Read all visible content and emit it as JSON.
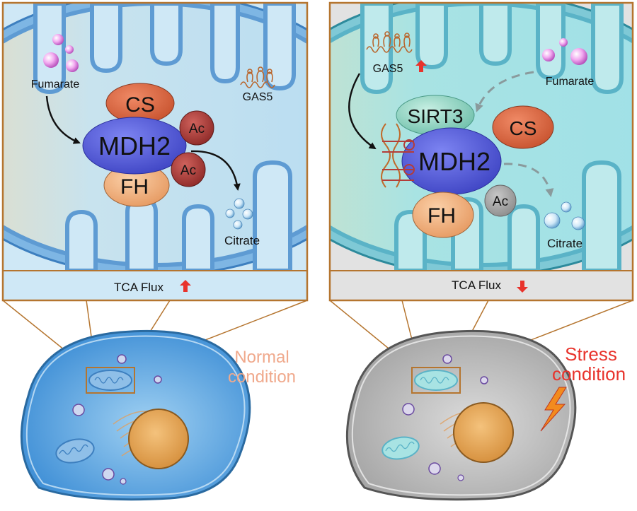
{
  "left_panel": {
    "molecules": {
      "fumarate": "Fumarate",
      "gas5": "GAS5",
      "citrate": "Citrate"
    },
    "enzymes": {
      "cs": "CS",
      "mdh2": "MDH2",
      "fh": "FH",
      "ac_top": "Ac",
      "ac_bottom": "Ac"
    },
    "tca_flux": "TCA Flux",
    "tca_direction": "up"
  },
  "right_panel": {
    "molecules": {
      "gas5": "GAS5",
      "fumarate": "Fumarate",
      "citrate": "Citrate"
    },
    "enzymes": {
      "sirt3": "SIRT3",
      "mdh2": "MDH2",
      "cs": "CS",
      "fh": "FH",
      "ac": "Ac"
    },
    "tca_flux": "TCA Flux",
    "tca_direction": "down"
  },
  "cells": {
    "normal_label_line1": "Normal",
    "normal_label_line2": "condition",
    "stress_label_line1": "Stress",
    "stress_label_line2": "condition"
  },
  "colors": {
    "frame_orange": "#b5752f",
    "normal_matrix": "#bfe0f2",
    "stress_matrix": "#a8e3e6",
    "mdh2": "#5b63e0",
    "cs": "#e0704e",
    "fh": "#f4b98a",
    "ac_red": "#b3413d",
    "ac_grey": "#a9a9a9",
    "sirt3": "#9fdccb",
    "normal_text": "#f0a98c",
    "stress_text": "#e8332c",
    "up_arrow": "#e8332c"
  }
}
